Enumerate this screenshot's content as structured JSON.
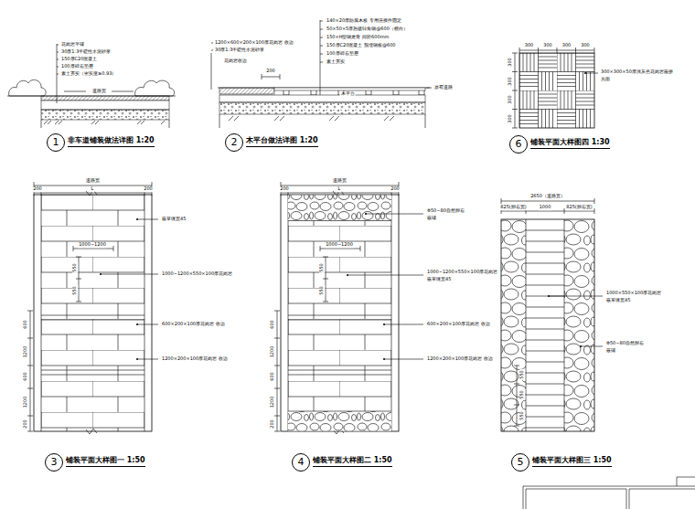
{
  "diagram": {
    "nodes": [
      {
        "text": [
          "1",
          "非车道铺装做法详图 1:20"
        ]
      },
      {
        "text": [
          "2",
          "木平台做法详图 1:20"
        ]
      },
      {
        "text": [
          "6",
          "铺装平面大样图四 1:30"
        ]
      },
      {
        "text": [
          "3",
          "铺装平面大样图一 1:50"
        ]
      },
      {
        "text": [
          "4",
          "铺装平面大样图二 1:50"
        ]
      },
      {
        "text": [
          "5",
          "铺装平面大样图三 1:50"
        ]
      }
    ],
    "labels": [
      "花岗岩平铺",
      "30厚1:3干硬性水泥砂浆",
      "150厚C20混凝土",
      "100厚碎石垫层",
      "素土夯实（密实度≥0.93）",
      "道路宽",
      "140×20厚防腐木板 专用连接件固定",
      "50×50×5厚热镀锌角钢@600（横向）",
      "150×H型钢龙骨 间距600mm",
      "150厚C20混凝土 预埋钢板@600",
      "100厚碎石垫层",
      "素土夯实",
      "1200×600×200×100厚花岗岩 收边",
      "30厚1:3干硬性水泥砂浆",
      "花岗岩收边",
      "200",
      "原有道路",
      "木平台",
      "300",
      "300",
      "300",
      "300",
      "300",
      "300",
      "300",
      "300",
      "300×300×50厚浅灰色花岗岩嵌拼",
      "光面",
      "道路宽",
      "200",
      "L",
      "200",
      "1000~1200",
      "550",
      "550",
      "嵌草缝宽45",
      "1000~1200×550×100厚花岗岩",
      "600×200×100厚花岗岩 收边",
      "1200×200×100厚花岗岩 收边",
      "600",
      "1200",
      "600",
      "1200",
      "200",
      "道路宽",
      "200",
      "L",
      "200",
      "1000~1200",
      "550",
      "550",
      "Φ50~80自然卵石",
      "嵌铺",
      "1000~1200×550×100厚花岗岩",
      "嵌草缝宽45",
      "600×200×100厚花岗岩 收边",
      "1200×200×100厚花岗岩 收边",
      "600",
      "1200",
      "600",
      "1200",
      "200",
      "2650（道路宽）",
      "825(卵石宽)",
      "1000",
      "825(卵石宽)",
      "1000×550×100厚花岗岩",
      "嵌草缝宽45",
      "Φ50~80自然卵石",
      "嵌铺",
      "550",
      "550",
      "550"
    ]
  }
}
